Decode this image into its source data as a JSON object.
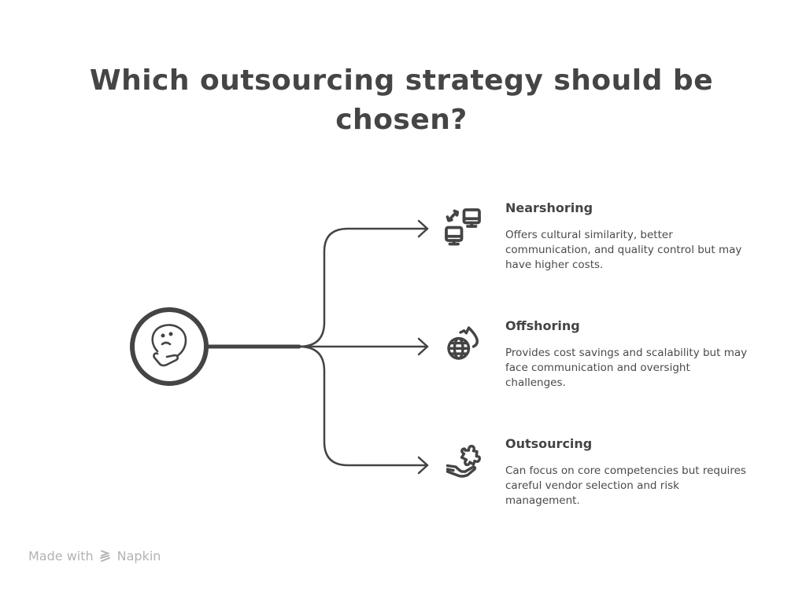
{
  "title": "Which outsourcing strategy should be chosen?",
  "center": {
    "icon": "thinking-face-icon"
  },
  "options": [
    {
      "title": "Nearshoring",
      "description": "Offers cultural similarity, better communication, and quality control but may have higher costs.",
      "icon": "computers-exchange-icon"
    },
    {
      "title": "Offshoring",
      "description": "Provides cost savings and scalability but may face communication and oversight challenges.",
      "icon": "globe-flame-icon"
    },
    {
      "title": "Outsourcing",
      "description": "Can focus on core competencies but requires careful vendor selection and risk management.",
      "icon": "hand-puzzle-icon"
    }
  ],
  "footer": {
    "made_with": "Made with",
    "brand": "Napkin"
  },
  "colors": {
    "stroke": "#444444",
    "text": "#444444",
    "footer": "#b3b3b3",
    "background": "#ffffff"
  }
}
